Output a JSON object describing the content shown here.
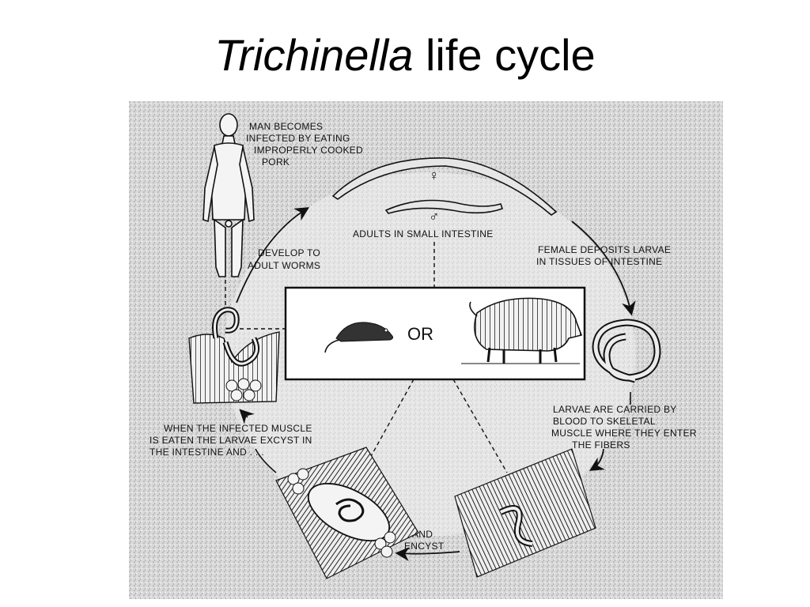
{
  "slide": {
    "title_italic": "Trichinella",
    "title_rest": "life cycle"
  },
  "diagram": {
    "labels": {
      "man_line1": "MAN BECOMES",
      "man_line2": "INFECTED BY EATING",
      "man_line3": "IMPROPERLY COOKED",
      "man_line4": "PORK",
      "adults": "ADULTS IN SMALL INTESTINE",
      "female_line1": "FEMALE DEPOSITS LARVAE",
      "female_line2": "IN TISSUES OF INTESTINE",
      "develop_line1": "DEVELOP TO",
      "develop_line2": "ADULT WORMS",
      "or": "OR",
      "larvae_line1": "LARVAE ARE CARRIED BY",
      "larvae_line2": "BLOOD TO SKELETAL",
      "larvae_line3": "MUSCLE WHERE THEY ENTER",
      "larvae_line4": "THE FIBERS",
      "muscle_line1": "WHEN THE INFECTED MUSCLE",
      "muscle_line2": "IS EATEN THE LARVAE EXCYST IN",
      "muscle_line3": "THE INTESTINE AND . . .",
      "encyst_line1": "AND",
      "encyst_line2": "ENCYST"
    },
    "female_symbol": "♀",
    "male_symbol": "♂",
    "colors": {
      "panel_bg": "#d6d6d6",
      "ink": "#111111",
      "box_fill": "#ffffff"
    }
  }
}
